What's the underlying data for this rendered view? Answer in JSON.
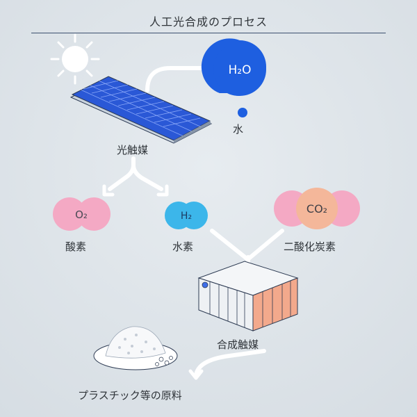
{
  "title": "人工光合成のプロセス",
  "labels": {
    "water": "水",
    "photocatalyst": "光触媒",
    "oxygen": "酸素",
    "hydrogen": "水素",
    "co2": "二酸化炭素",
    "synthesis_catalyst": "合成触媒",
    "raw_material": "プラスチック等の原料"
  },
  "molecules": {
    "h2o": "H₂O",
    "o2": "O₂",
    "h2": "H₂",
    "co2": "CO₂"
  },
  "colors": {
    "arrow": "#ffffff",
    "water_blue": "#1e5fe0",
    "oxygen_pink": "#f4a9c4",
    "hydrogen_cyan": "#3cb6ea",
    "co2_orange": "#f4b79a",
    "panel_blue": "#2a58d6",
    "outline": "#2c3a52"
  },
  "icons": [
    "sun-icon",
    "solar-panel-icon",
    "water-drop-icon",
    "reactor-icon",
    "material-pile-icon"
  ]
}
